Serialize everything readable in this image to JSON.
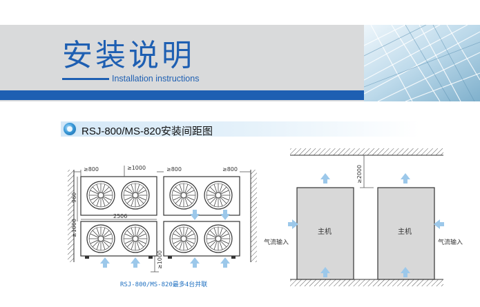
{
  "header": {
    "title_cn": "安装说明",
    "title_en": "Installation instructions",
    "accent_color": "#1e5fb2"
  },
  "section": {
    "title": "RSJ-800/MS-820安装间距图",
    "icon": "circle-bullet-icon"
  },
  "left_diagram": {
    "caption": "RSJ-800/MS-820最多4台并联",
    "dims": {
      "top_left": "≥800",
      "top_mid": "≥1000",
      "top_right_a": "≥800",
      "top_right_b": "≥800",
      "height": "960",
      "width": "2506",
      "between": "≥1000",
      "bottom": "≥1000"
    },
    "icons": [
      "fan-icon",
      "airflow-arrow-icon"
    ]
  },
  "right_diagram": {
    "top_clearance": "≥2000",
    "unit_left": "主机",
    "unit_right": "主机",
    "air_in_left": "气流输入",
    "air_in_right": "气流输入",
    "icons": [
      "airflow-arrow-icon"
    ]
  }
}
